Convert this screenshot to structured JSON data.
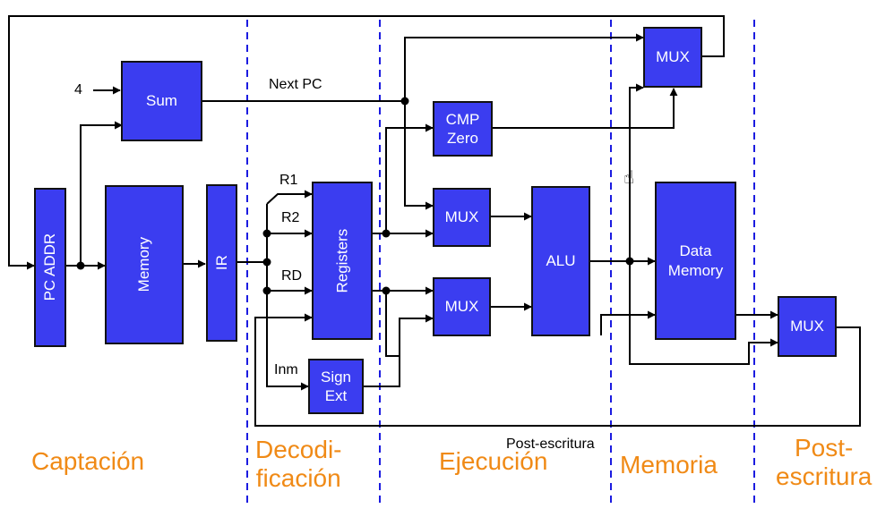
{
  "colors": {
    "block_fill": "#3b3df0",
    "block_border": "#111111",
    "stage_label": "#f08a16",
    "separator": "#1b1be0",
    "wire": "#000000"
  },
  "blocks": {
    "pc_addr": "PC ADDR",
    "sum": "Sum",
    "memory": "Memory",
    "ir": "IR",
    "registers": "Registers",
    "sign_ext": "Sign\nExt",
    "cmp_zero": "CMP\nZero",
    "mux_a": "MUX",
    "mux_b": "MUX",
    "alu": "ALU",
    "mux_top": "MUX",
    "data_memory": "Data\nMemory",
    "mux_wb": "MUX"
  },
  "labels": {
    "four": "4",
    "next_pc": "Next PC",
    "r1": "R1",
    "r2": "R2",
    "rd": "RD",
    "inm": "Inm",
    "post_escritura_wire": "Post-escritura"
  },
  "stages": {
    "captacion": "Captación",
    "decodificacion": "Decodi-\nficación",
    "ejecucion": "Ejecución",
    "memoria": "Memoria",
    "post_escritura": "Post-\nescritura"
  },
  "icons": {
    "cursor": "hand-pointer-icon"
  }
}
